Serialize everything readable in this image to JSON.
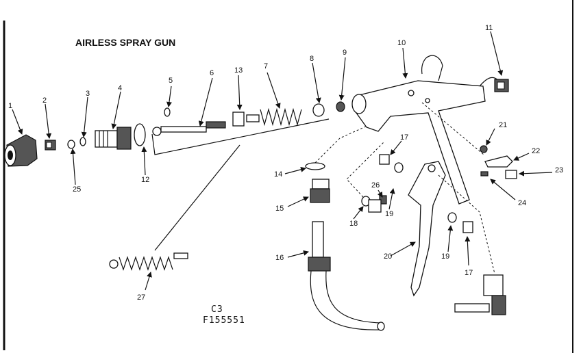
{
  "title": "AIRLESS SPRAY GUN",
  "code_line1": "C3",
  "code_line2": "F155551",
  "callouts": [
    "1",
    "2",
    "3",
    "4",
    "5",
    "6",
    "7",
    "8",
    "9",
    "10",
    "11",
    "12",
    "13",
    "14",
    "15",
    "16",
    "17",
    "17",
    "18",
    "19",
    "19",
    "20",
    "21",
    "22",
    "23",
    "24",
    "25",
    "26",
    "27"
  ]
}
